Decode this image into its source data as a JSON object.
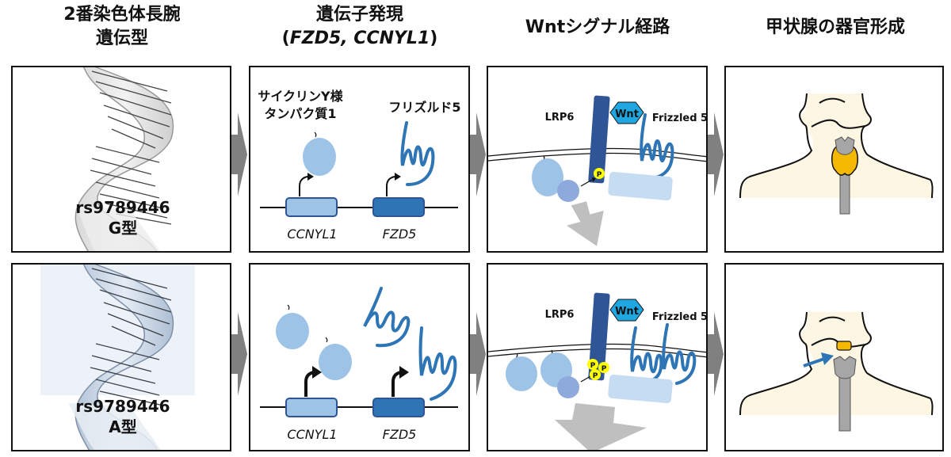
{
  "columns": [
    {
      "title_line1": "2番染色体長腕",
      "title_line2": "遺伝型"
    },
    {
      "title_line1": "遺伝子発現",
      "title_line2_open": "(",
      "title_line2_italic": "FZD5, CCNYL1",
      "title_line2_close": ")"
    },
    {
      "title_line1": "Wntシグナル経路"
    },
    {
      "title_line1": "甲状腺の器官形成"
    }
  ],
  "rows": [
    {
      "genotype": {
        "snp": "rs9789446",
        "allele": "G型",
        "tint": "#c8c8c8"
      },
      "expression": {
        "protein1_label_line1": "サイクリンY様",
        "protein1_label_line2": "タンパク質1",
        "protein2_label": "フリズルド5",
        "gene1": "CCNYL1",
        "gene2": "FZD5",
        "level": "low"
      },
      "pathway": {
        "lrp6": "LRP6",
        "wnt": "Wnt",
        "frizzled": "Frizzled 5",
        "phospho": [
          "P"
        ],
        "signal": "weak"
      },
      "organ": {
        "thyroid": "normal-position"
      }
    },
    {
      "genotype": {
        "snp": "rs9789446",
        "allele": "A型",
        "tint": "#b9c8db"
      },
      "expression": {
        "gene1": "CCNYL1",
        "gene2": "FZD5",
        "level": "high"
      },
      "pathway": {
        "lrp6": "LRP6",
        "wnt": "Wnt",
        "frizzled": "Frizzled 5",
        "phospho": [
          "P",
          "P",
          "P"
        ],
        "signal": "strong"
      },
      "organ": {
        "thyroid": "ectopic"
      }
    }
  ],
  "colors": {
    "light_blue": "#9dc3e6",
    "mid_blue": "#2e75b6",
    "dark_blue": "#2f5597",
    "wnt_cyan": "#1ea7e1",
    "phospho_yellow": "#ffff00",
    "thyroid_orange": "#f5b800",
    "skin": "#fdf6e3",
    "trachea_gray": "#a6a6a6",
    "arrow_gray": "#808080",
    "signal_gray": "#bfbfbf",
    "pale_blue": "#c5dcf2",
    "purple_blue": "#8ea9db"
  }
}
